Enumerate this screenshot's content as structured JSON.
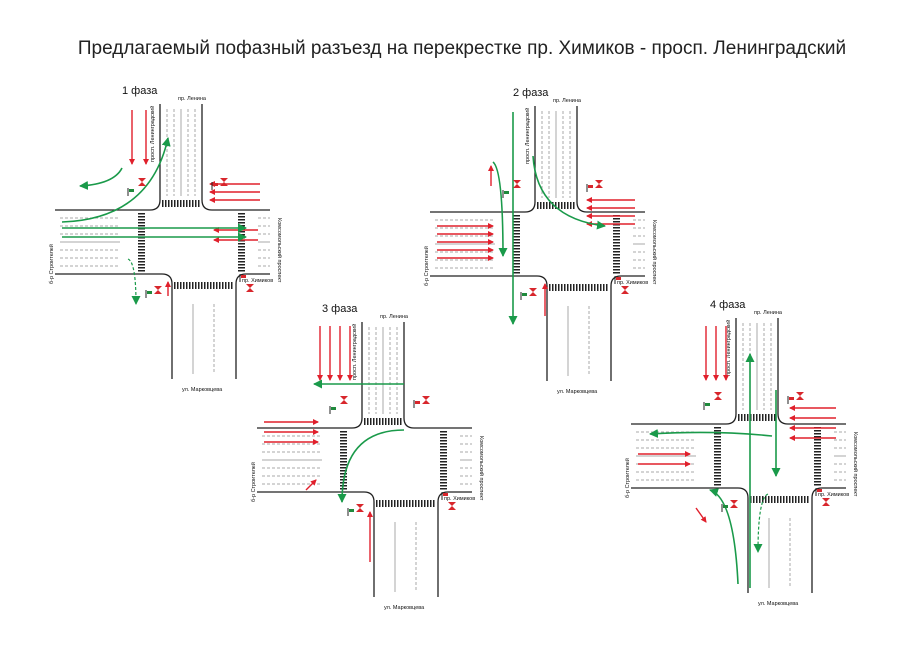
{
  "title": "Предлагаемый пофазный разъезд на перекрестке пр. Химиков - просп. Ленинградский",
  "streets": {
    "lenina": "пр. Ленина",
    "leningradsky": "просп. Ленинградский",
    "komsomolsky": "Комсомольский проспект",
    "khimikov": "пр. Химиков",
    "stroiteley": "б-р Строителей",
    "markovtseva": "ул. Марковцева"
  },
  "phases": [
    {
      "label": "1 фаза"
    },
    {
      "label": "2 фаза"
    },
    {
      "label": "3 фаза"
    },
    {
      "label": "4 фаза"
    }
  ],
  "colors": {
    "road_edge": "#222222",
    "stop_arrow": "#e0202c",
    "go_arrow": "#1a9a4a",
    "lane_line": "#555555",
    "light_red": "#d8262c",
    "light_green": "#1f8a3c"
  }
}
